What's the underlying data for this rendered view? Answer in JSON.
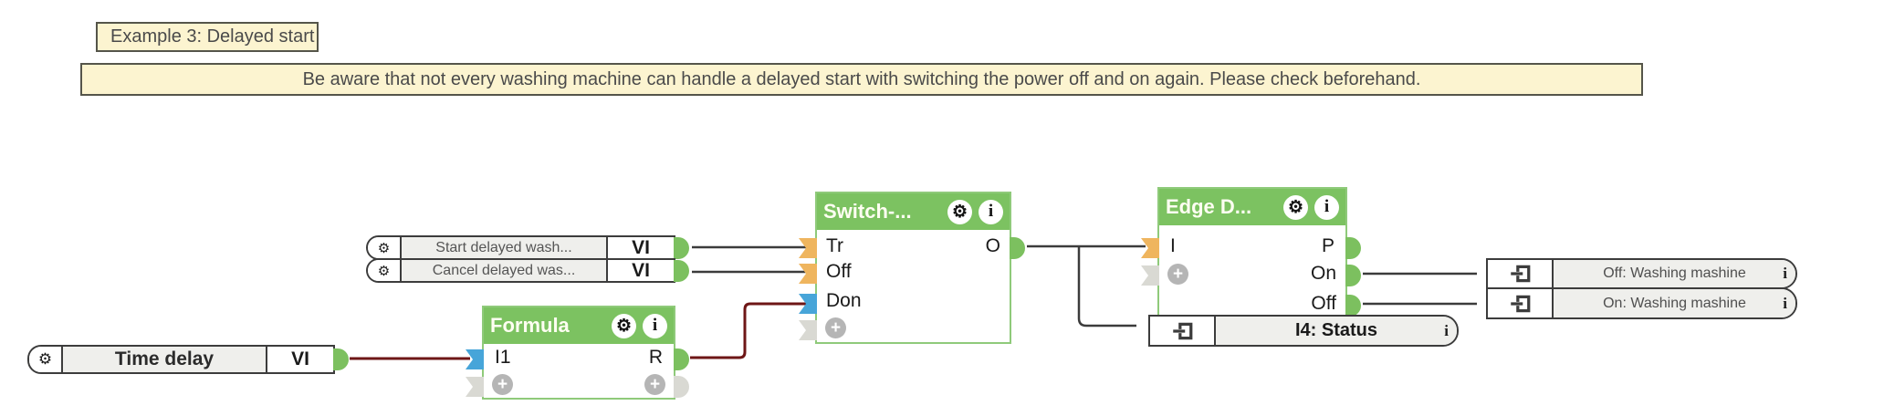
{
  "notes": {
    "title": "Example 3: Delayed start",
    "warning": "Be aware that not every washing machine can handle a delayed start with switching the power off and on again. Please check beforehand."
  },
  "icons": {
    "gear": "⚙",
    "info": "i",
    "plus": "+"
  },
  "virtual_inputs": [
    {
      "label": "Start delayed wash...",
      "port": "VI"
    },
    {
      "label": "Cancel delayed was...",
      "port": "VI"
    },
    {
      "label": "Time delay",
      "port": "VI"
    }
  ],
  "blocks": {
    "switch": {
      "title": "Switch-...",
      "inputs": [
        "Tr",
        "Off",
        "Don"
      ],
      "outputs": [
        "O"
      ]
    },
    "formula": {
      "title": "Formula",
      "inputs": [
        "I1"
      ],
      "outputs": [
        "R"
      ]
    },
    "edge": {
      "title": "Edge D...",
      "inputs": [
        "I"
      ],
      "outputs": [
        "P",
        "On",
        "Off"
      ]
    }
  },
  "refs": {
    "status": {
      "label": "I4: Status",
      "info": "i"
    },
    "off_machine": {
      "label": "Off: Washing mashine",
      "info": "i"
    },
    "on_machine": {
      "label": "On: Washing mashine",
      "info": "i"
    }
  },
  "colors": {
    "header_green": "#7cc261",
    "block_border_green": "#8fca7a",
    "nub_green": "#7cc05f",
    "connector_orange": "#efb55e",
    "connector_blue": "#47a5d9",
    "connector_gray": "#d9d9d3",
    "wire_black": "#3c3c3c",
    "wire_red": "#6e1616",
    "note_bg": "#fcf4d0",
    "cell_gray": "#efefec"
  }
}
